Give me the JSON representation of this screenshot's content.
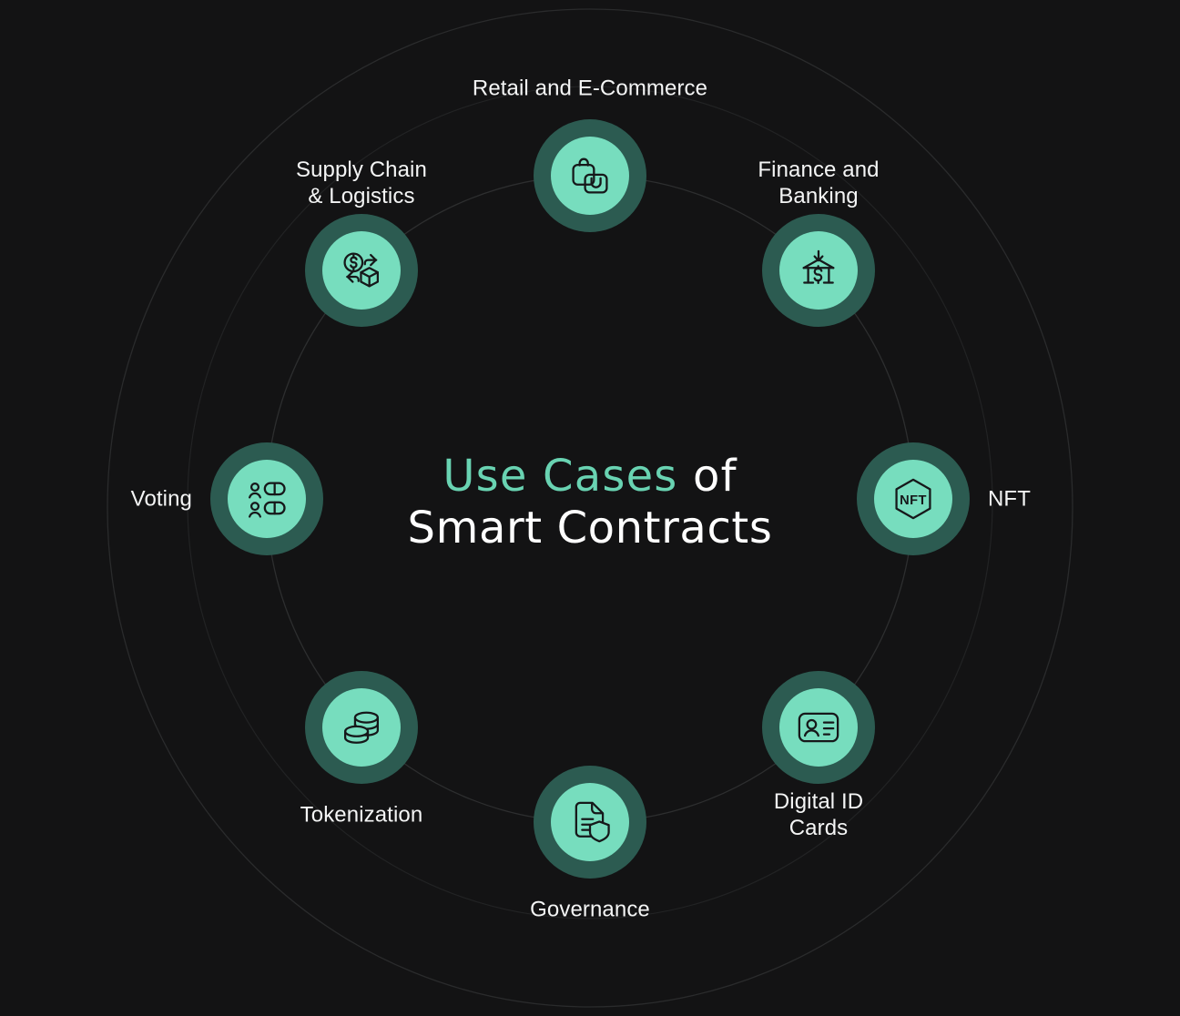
{
  "background_color": "#131314",
  "accent_color": "#69d3b2",
  "node_inner_color": "#77ddbe",
  "node_ring_color": "#2c5b51",
  "title": {
    "line1_accent": "Use Cases",
    "line1_rest": "of",
    "line2": "Smart Contracts"
  },
  "nodes": [
    {
      "id": "retail",
      "label": "Retail and E-Commerce",
      "icon": "shopping-bags-icon",
      "angle": -90,
      "label_pos": "top"
    },
    {
      "id": "finance",
      "label": "Finance and\nBanking",
      "icon": "bank-dollar-icon",
      "angle": -45,
      "label_pos": "top"
    },
    {
      "id": "nft",
      "label": "NFT",
      "icon": "nft-hexagon-icon",
      "angle": 0,
      "label_pos": "right"
    },
    {
      "id": "digital-id",
      "label": "Digital ID\nCards",
      "icon": "id-card-icon",
      "angle": 45,
      "label_pos": "bottom"
    },
    {
      "id": "governance",
      "label": "Governance",
      "icon": "document-shield-icon",
      "angle": 90,
      "label_pos": "bottom"
    },
    {
      "id": "tokenization",
      "label": "Tokenization",
      "icon": "coin-stack-icon",
      "angle": 135,
      "label_pos": "bottom"
    },
    {
      "id": "voting",
      "label": "Voting",
      "icon": "poll-people-icon",
      "angle": 180,
      "label_pos": "left"
    },
    {
      "id": "supply-chain",
      "label": "Supply Chain\n& Logistics",
      "icon": "exchange-box-icon",
      "angle": -135,
      "label_pos": "top"
    }
  ]
}
